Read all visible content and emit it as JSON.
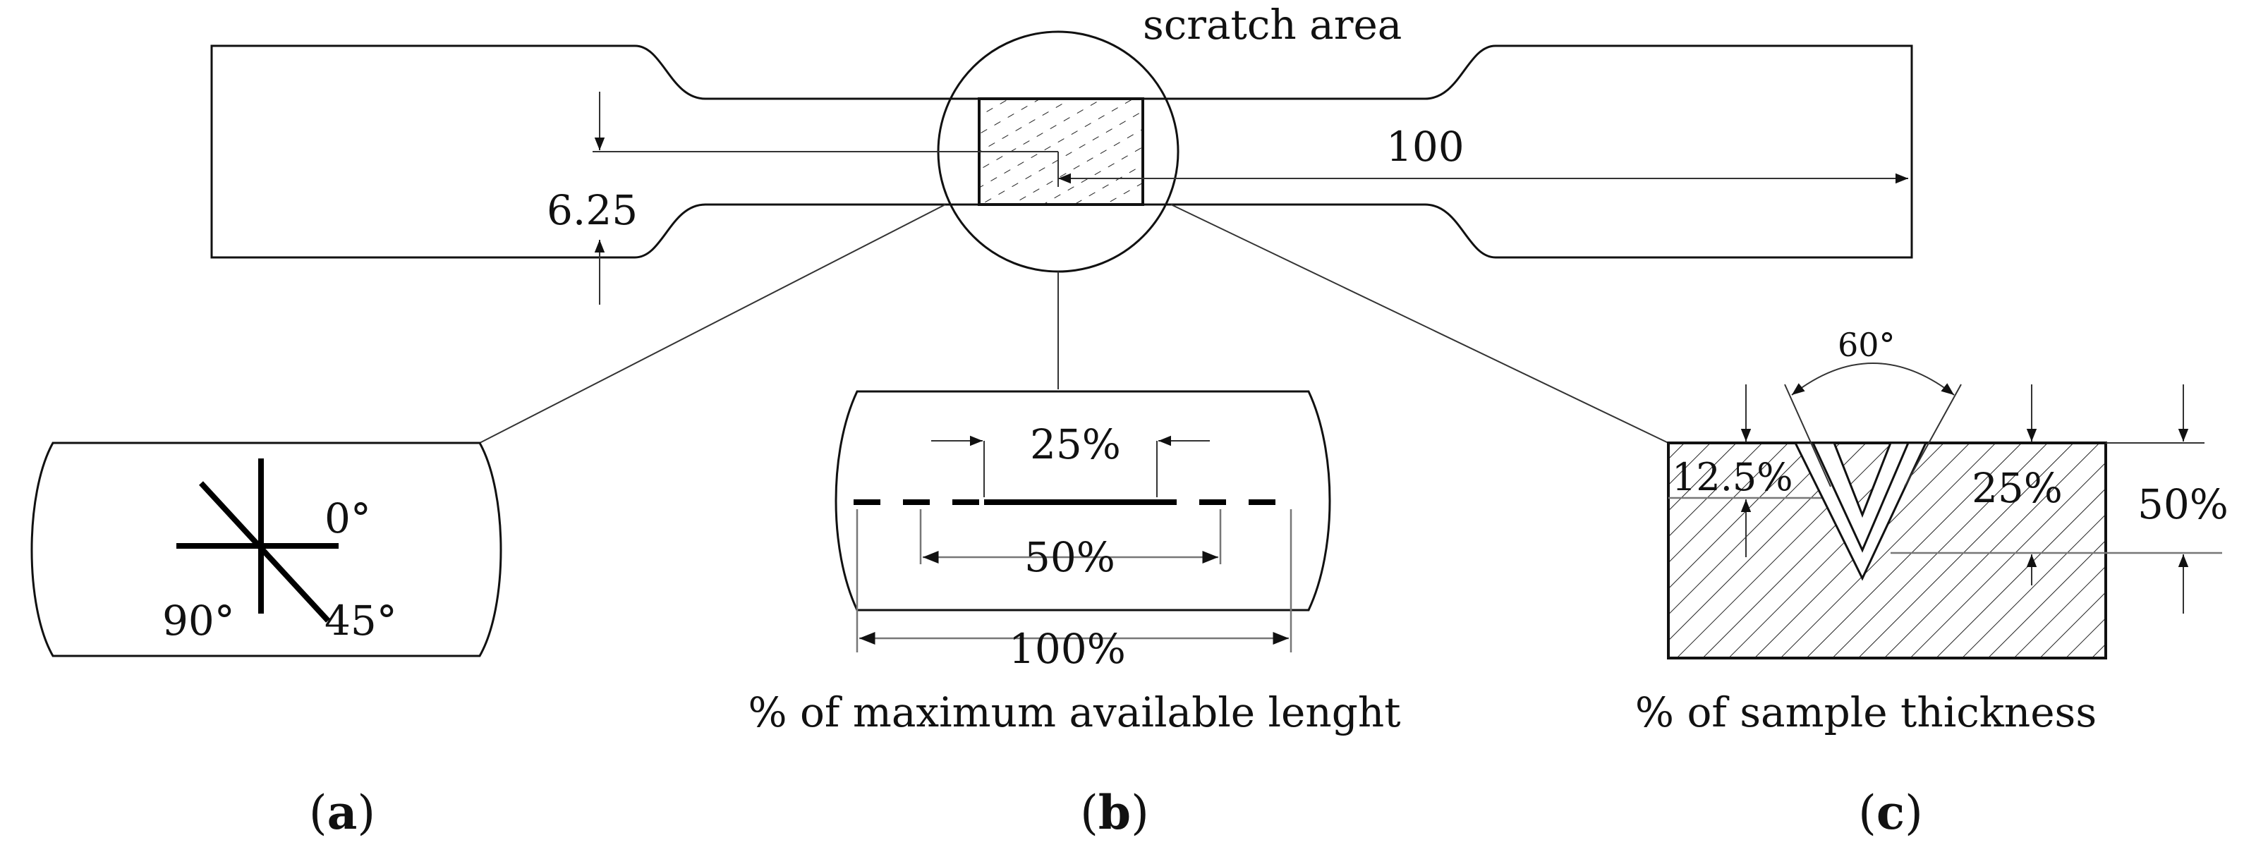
{
  "specimen": {
    "scratch_label": "scratch area",
    "dim_length": "100",
    "dim_width": "6.25"
  },
  "panel_a": {
    "angle_0": "0°",
    "angle_45": "45°",
    "angle_90": "90°",
    "label": "(a)",
    "label_letter": "a"
  },
  "panel_b": {
    "pct_25": "25%",
    "pct_50": "50%",
    "pct_100": "100%",
    "caption": "% of maximum available lenght",
    "label": "(b)",
    "label_letter": "b"
  },
  "panel_c": {
    "angle": "60°",
    "pct_12_5": "12.5%",
    "pct_25": "25%",
    "pct_50": "50%",
    "caption": "% of sample thickness",
    "label": "(c)",
    "label_letter": "c"
  }
}
